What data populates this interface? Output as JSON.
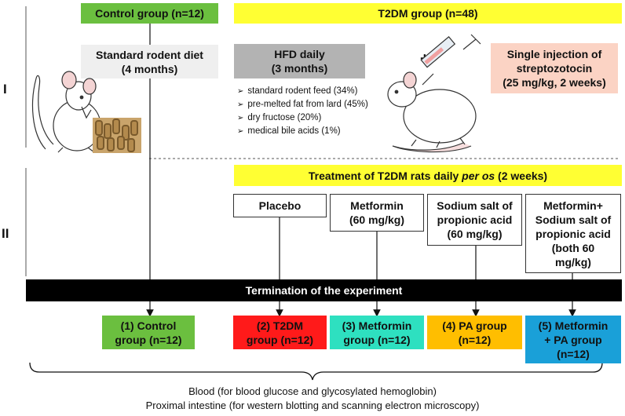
{
  "phases": {
    "one": "I",
    "two": "II"
  },
  "groups": {
    "control": "Control group (n=12)",
    "t2dm": "T2DM group (n=48)"
  },
  "phase1": {
    "standard_diet": "Standard rodent diet\n(4 months)",
    "hfd": "HFD daily\n(3 months)",
    "plus": "+",
    "injection": "Single injection of\nstreptozotocin\n(25 mg/kg, 2 weeks)",
    "hfd_items": [
      "standard rodent feed (34%)",
      "pre-melted fat from lard (45%)",
      "dry fructose (20%)",
      "medical bile acids (1%)"
    ]
  },
  "phase2": {
    "treatment_prefix": "Treatment of T2DM rats daily ",
    "treatment_em": "per os",
    "treatment_suffix": " (2 weeks)",
    "treatments": [
      "Placebo",
      "Metformin\n(60 mg/kg)",
      "Sodium salt of\npropionic acid\n(60 mg/kg)",
      "Metformin+\nSodium salt of\npropionic acid\n(both 60\nmg/kg)"
    ]
  },
  "termination": "Termination of the experiment",
  "final_groups": [
    "(1) Control\ngroup (n=12)",
    "(2) T2DM\ngroup (n=12)",
    "(3) Metformin\ngroup (n=12)",
    "(4) PA group\n(n=12)",
    "(5) Metformin\n+ PA group\n(n=12)"
  ],
  "footer": {
    "line1": "Blood (for blood glucose and glycosylated hemoglobin)",
    "line2": "Proximal intestine (for western blotting and scanning electron microscopy)"
  },
  "colors": {
    "green": "#6bbf3f",
    "yellow": "#ffff33",
    "red": "#ff1a1a",
    "teal": "#2ee0c0",
    "orange": "#ffbe00",
    "blue": "#1aa0d8"
  },
  "icons": [
    "mouse-icon",
    "pellets-icon",
    "rat-icon",
    "syringe-icon"
  ]
}
